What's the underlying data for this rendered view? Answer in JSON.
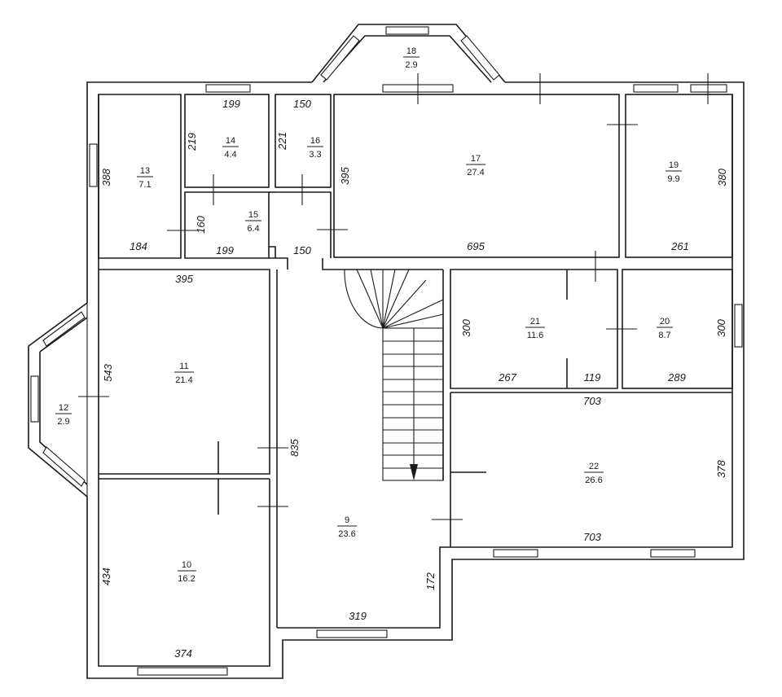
{
  "rooms": [
    {
      "id": "r9",
      "number": "9",
      "area": "23.6"
    },
    {
      "id": "r10",
      "number": "10",
      "area": "16.2"
    },
    {
      "id": "r11",
      "number": "11",
      "area": "21.4"
    },
    {
      "id": "r12",
      "number": "12",
      "area": "2.9"
    },
    {
      "id": "r13",
      "number": "13",
      "area": "7.1"
    },
    {
      "id": "r14",
      "number": "14",
      "area": "4.4"
    },
    {
      "id": "r15",
      "number": "15",
      "area": "6.4"
    },
    {
      "id": "r16",
      "number": "16",
      "area": "3.3"
    },
    {
      "id": "r17",
      "number": "17",
      "area": "27.4"
    },
    {
      "id": "r18",
      "number": "18",
      "area": "2.9"
    },
    {
      "id": "r19",
      "number": "19",
      "area": "9.9"
    },
    {
      "id": "r20",
      "number": "20",
      "area": "8.7"
    },
    {
      "id": "r21",
      "number": "21",
      "area": "11.6"
    },
    {
      "id": "r22",
      "number": "22",
      "area": "26.6"
    }
  ],
  "dimensions": {
    "d199_a": "199",
    "d150_a": "150",
    "d219": "219",
    "d221": "221",
    "d388": "388",
    "d395_v": "395",
    "d380": "380",
    "d160": "160",
    "d184": "184",
    "d199_b": "199",
    "d150_b": "150",
    "d695": "695",
    "d261": "261",
    "d395_h": "395",
    "d543": "543",
    "d300_a": "300",
    "d300_b": "300",
    "d267": "267",
    "d119": "119",
    "d289": "289",
    "d703_a": "703",
    "d835": "835",
    "d378": "378",
    "d703_b": "703",
    "d434": "434",
    "d172": "172",
    "d319": "319",
    "d374": "374"
  }
}
